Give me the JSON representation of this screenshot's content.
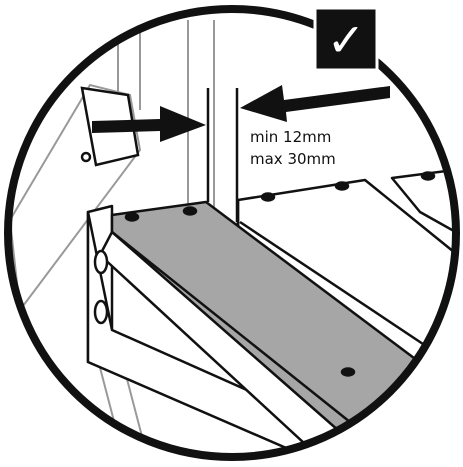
{
  "figure": {
    "badge": {
      "symbol": "✓",
      "meaning": "correct installation",
      "background_color": "#111111",
      "symbol_color": "#ffffff",
      "icon": "checkmark-icon"
    },
    "spacing_note": {
      "line1": "min 12mm",
      "line2": "max 30mm"
    },
    "colors": {
      "outline": "#111111",
      "highlighted_board": "#a6a6a6",
      "light_lines": "#999999",
      "background": "#ffffff"
    }
  }
}
